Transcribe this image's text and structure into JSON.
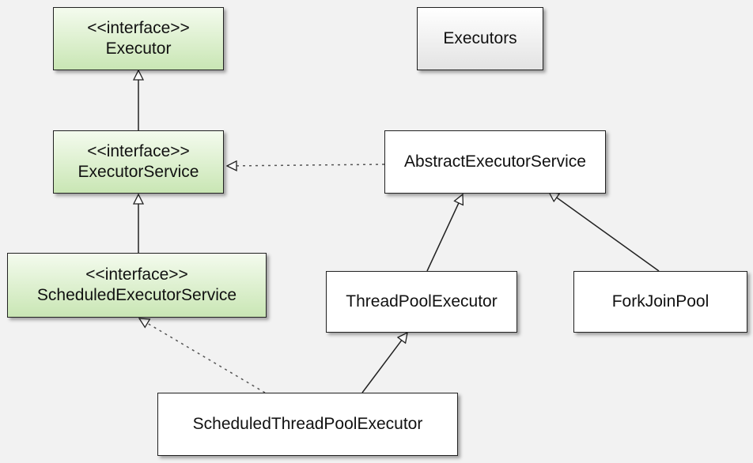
{
  "classes": {
    "executor": {
      "stereotype": "<<interface>>",
      "name": "Executor"
    },
    "executor_service": {
      "stereotype": "<<interface>>",
      "name": "ExecutorService"
    },
    "scheduled_executor_service": {
      "stereotype": "<<interface>>",
      "name": "ScheduledExecutorService"
    },
    "executors": {
      "name": "Executors"
    },
    "abstract_executor_service": {
      "name": "AbstractExecutorService"
    },
    "thread_pool_executor": {
      "name": "ThreadPoolExecutor"
    },
    "fork_join_pool": {
      "name": "ForkJoinPool"
    },
    "scheduled_thread_pool_executor": {
      "name": "ScheduledThreadPoolExecutor"
    }
  },
  "colors": {
    "interface_fill_top": "#f4fbee",
    "interface_fill_bottom": "#c9e6b4",
    "line": "#222222",
    "background": "#f2f2f2"
  }
}
